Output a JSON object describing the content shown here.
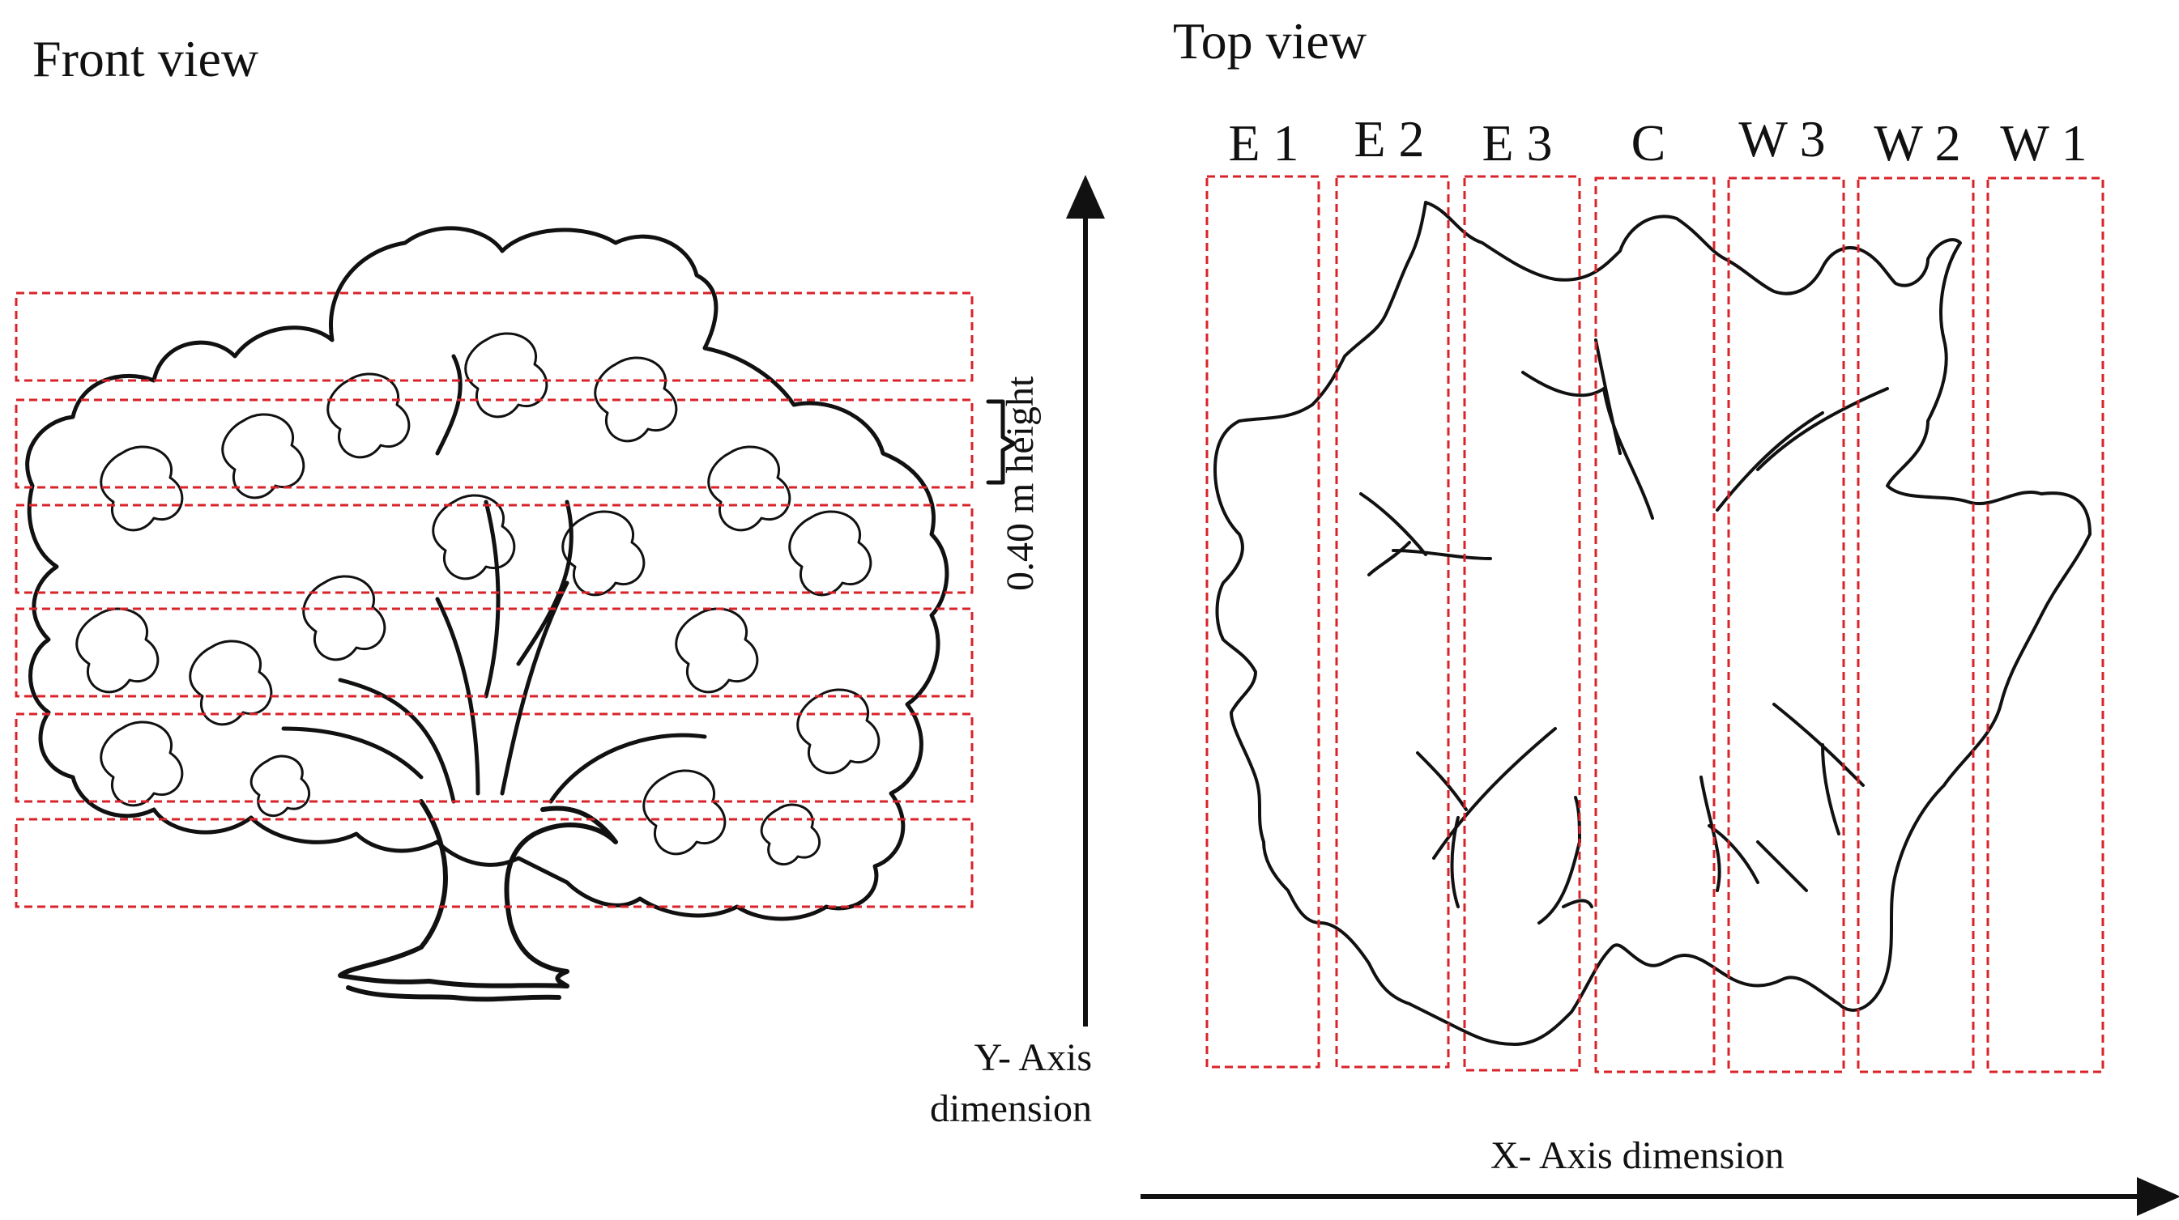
{
  "front_view": {
    "title": "Front view",
    "height_label": "0.40 m height",
    "y_axis_label_line1": "Y- Axis",
    "y_axis_label_line2": "dimension"
  },
  "top_view": {
    "title": "Top view",
    "sections": [
      "E 1",
      "E 2",
      "E 3",
      "C",
      "W 3",
      "W 2",
      "W 1"
    ],
    "x_axis_label": "X- Axis dimension"
  },
  "colors": {
    "grid": "#d9232a",
    "ink": "#111111",
    "background": "#ffffff"
  }
}
